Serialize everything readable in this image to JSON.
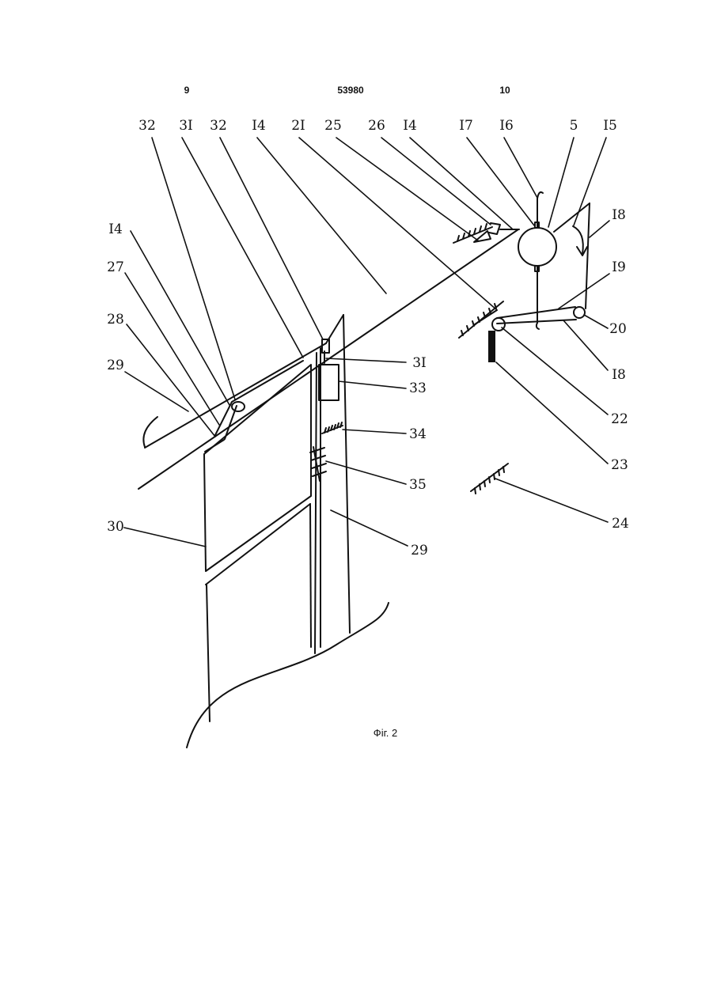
{
  "header": {
    "left_page": "9",
    "patent_number": "53980",
    "right_page": "10"
  },
  "caption": "Фіг. 2",
  "labels": {
    "32a": "32",
    "31a": "3I",
    "32b": "32",
    "14a": "I4",
    "21": "2I",
    "25": "25",
    "26": "26",
    "14b": "I4",
    "17": "I7",
    "16": "I6",
    "5": "5",
    "15": "I5",
    "18a": "I8",
    "19": "I9",
    "20": "20",
    "18b": "I8",
    "22": "22",
    "23": "23",
    "24": "24",
    "14c": "I4",
    "27": "27",
    "28": "28",
    "29a": "29",
    "31b": "3I",
    "33": "33",
    "34": "34",
    "35": "35",
    "30": "30",
    "29b": "29"
  }
}
